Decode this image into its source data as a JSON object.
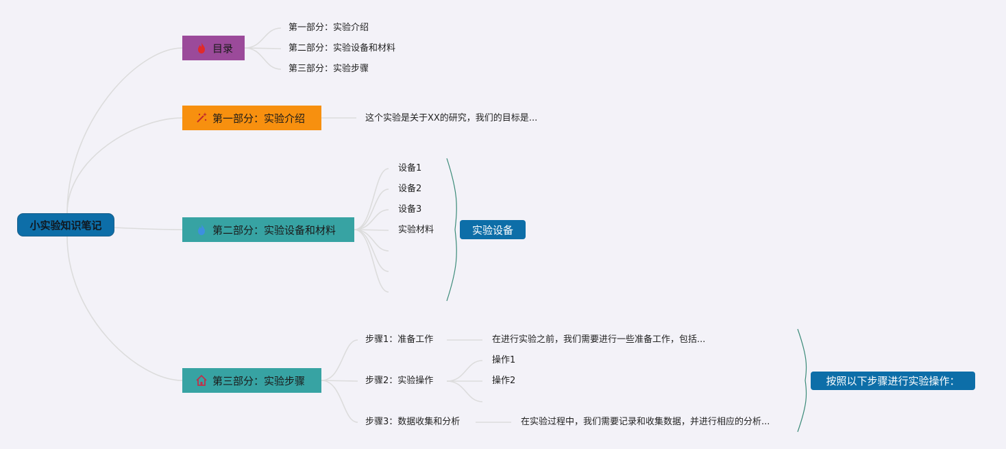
{
  "root": {
    "label": "小实验知识笔记"
  },
  "toc": {
    "label": "目录",
    "icon": "fire-icon",
    "items": [
      "第一部分：实验介绍",
      "第二部分：实验设备和材料",
      "第三部分：实验步骤"
    ]
  },
  "part1": {
    "label": "第一部分：实验介绍",
    "icon": "sparkle-wand-icon",
    "detail": "这个实验是关于XX的研究，我们的目标是..."
  },
  "part2": {
    "label": "第二部分：实验设备和材料",
    "icon": "flame-icon",
    "items": [
      "设备1",
      "设备2",
      "设备3",
      "实验材料"
    ],
    "summary": "实验设备"
  },
  "part3": {
    "label": "第三部分：实验步骤",
    "icon": "home-icon",
    "steps": [
      {
        "label": "步骤1：准备工作",
        "detail": "在进行实验之前，我们需要进行一些准备工作，包括..."
      },
      {
        "label": "步骤2：实验操作",
        "subitems": [
          "操作1",
          "操作2"
        ]
      },
      {
        "label": "步骤3：数据收集和分析",
        "detail": "在实验过程中，我们需要记录和收集数据，并进行相应的分析..."
      }
    ],
    "summary": "按照以下步骤进行实验操作："
  },
  "colors": {
    "background": "#f3f2f8",
    "root": "#0d6ea8",
    "toc": "#9b4a9a",
    "part1": "#f7900f",
    "part2": "#37a3a3",
    "part3": "#37a3a3",
    "connector": "#dcdcdc",
    "summary_brace": "#3a8a78"
  }
}
